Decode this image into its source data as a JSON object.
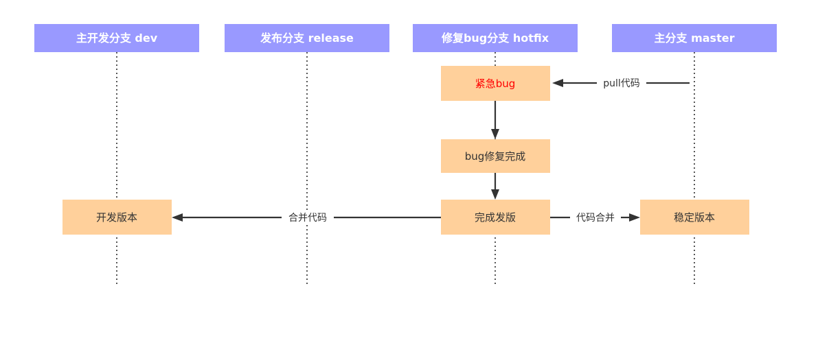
{
  "lanes": {
    "dev": "主开发分支 dev",
    "release": "发布分支 release",
    "hotfix": "修复bug分支 hotfix",
    "master": "主分支 master"
  },
  "nodes": {
    "urgent_bug": "紧急bug",
    "bug_fixed": "bug修复完成",
    "release_done": "完成发版",
    "dev_version": "开发版本",
    "stable_version": "稳定版本"
  },
  "edges": {
    "pull_code": "pull代码",
    "merge_to_dev": "合并代码",
    "merge_to_master": "代码合并"
  },
  "colors": {
    "lane_header": "#9999ff",
    "node_fill": "#ffd09b",
    "urgent_text": "#ff0000",
    "node_text": "#333333",
    "line": "#333333"
  }
}
